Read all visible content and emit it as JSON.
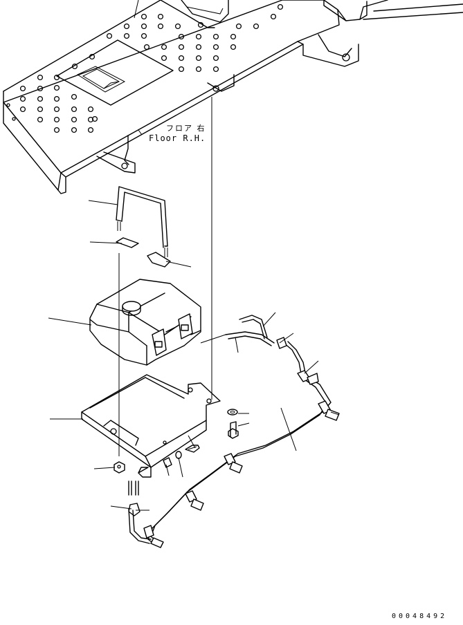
{
  "floor_label": {
    "japanese": "フロア 右",
    "english": "Floor R.H."
  },
  "drawing_number": "00048492"
}
